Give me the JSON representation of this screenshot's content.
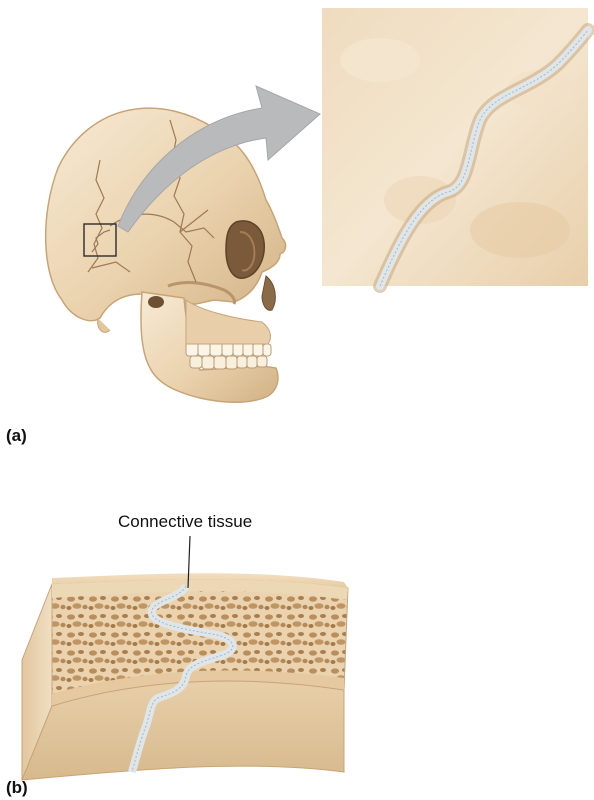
{
  "figure": {
    "panel_a_label": "(a)",
    "panel_b_label": "(b)",
    "callout": "Connective tissue"
  },
  "colors": {
    "bone_light": "#f1dfc3",
    "bone_mid": "#e3c69c",
    "bone_shadow": "#c9a87b",
    "suture_line": "#a07e58",
    "suture_tissue": "#d9e2e6",
    "arrow": "#b8b9bb",
    "marrow": "#b58a57"
  },
  "icons": {
    "arrow": "curved-arrow-icon",
    "magnifier_box": "focus-box-icon"
  }
}
